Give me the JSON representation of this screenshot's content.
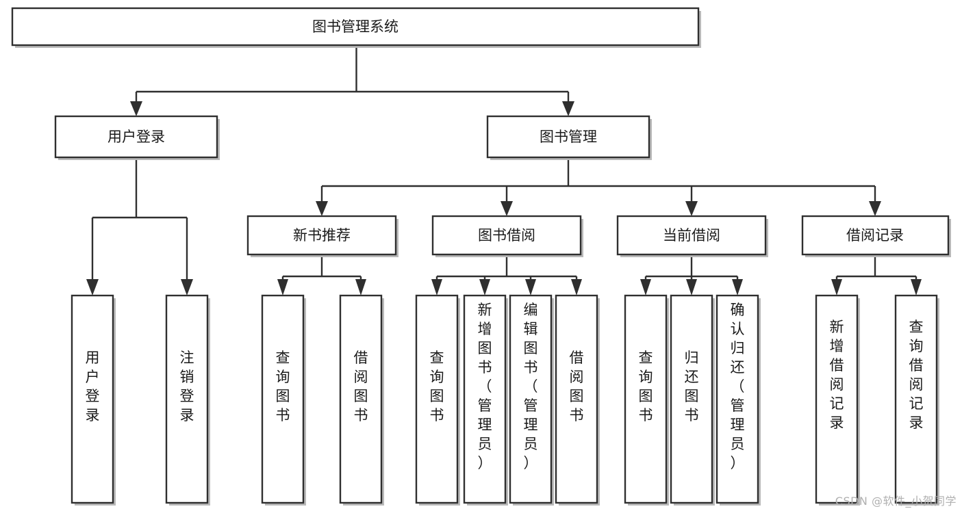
{
  "diagram": {
    "title": "图书管理系统",
    "type": "tree-hierarchy-diagram",
    "colors": {
      "box_fill": "#ffffff",
      "box_stroke": "#2f2f2f",
      "text": "#1a1a1a",
      "background": "#ffffff",
      "watermark": "#b0b0b0"
    },
    "root": {
      "label": "图书管理系统"
    },
    "level2": [
      {
        "label": "用户登录"
      },
      {
        "label": "图书管理"
      }
    ],
    "level3": [
      {
        "label": "新书推荐"
      },
      {
        "label": "图书借阅"
      },
      {
        "label": "当前借阅"
      },
      {
        "label": "借阅记录"
      }
    ],
    "leaves": {
      "user_login": [
        {
          "label": "用户登录"
        },
        {
          "label": "注销登录"
        }
      ],
      "new_book_recommend": [
        {
          "label": "查询图书"
        },
        {
          "label": "借阅图书"
        }
      ],
      "book_borrow": [
        {
          "label": "查询图书"
        },
        {
          "label": "新增图书（管理员）"
        },
        {
          "label": "编辑图书（管理员）"
        },
        {
          "label": "借阅图书"
        }
      ],
      "current_borrow": [
        {
          "label": "查询图书"
        },
        {
          "label": "归还图书"
        },
        {
          "label": "确认归还（管理员）"
        }
      ],
      "borrow_record": [
        {
          "label": "新增借阅记录"
        },
        {
          "label": "查询借阅记录"
        }
      ]
    }
  },
  "watermark": {
    "text": "CSDN @软件_小贺同学"
  }
}
